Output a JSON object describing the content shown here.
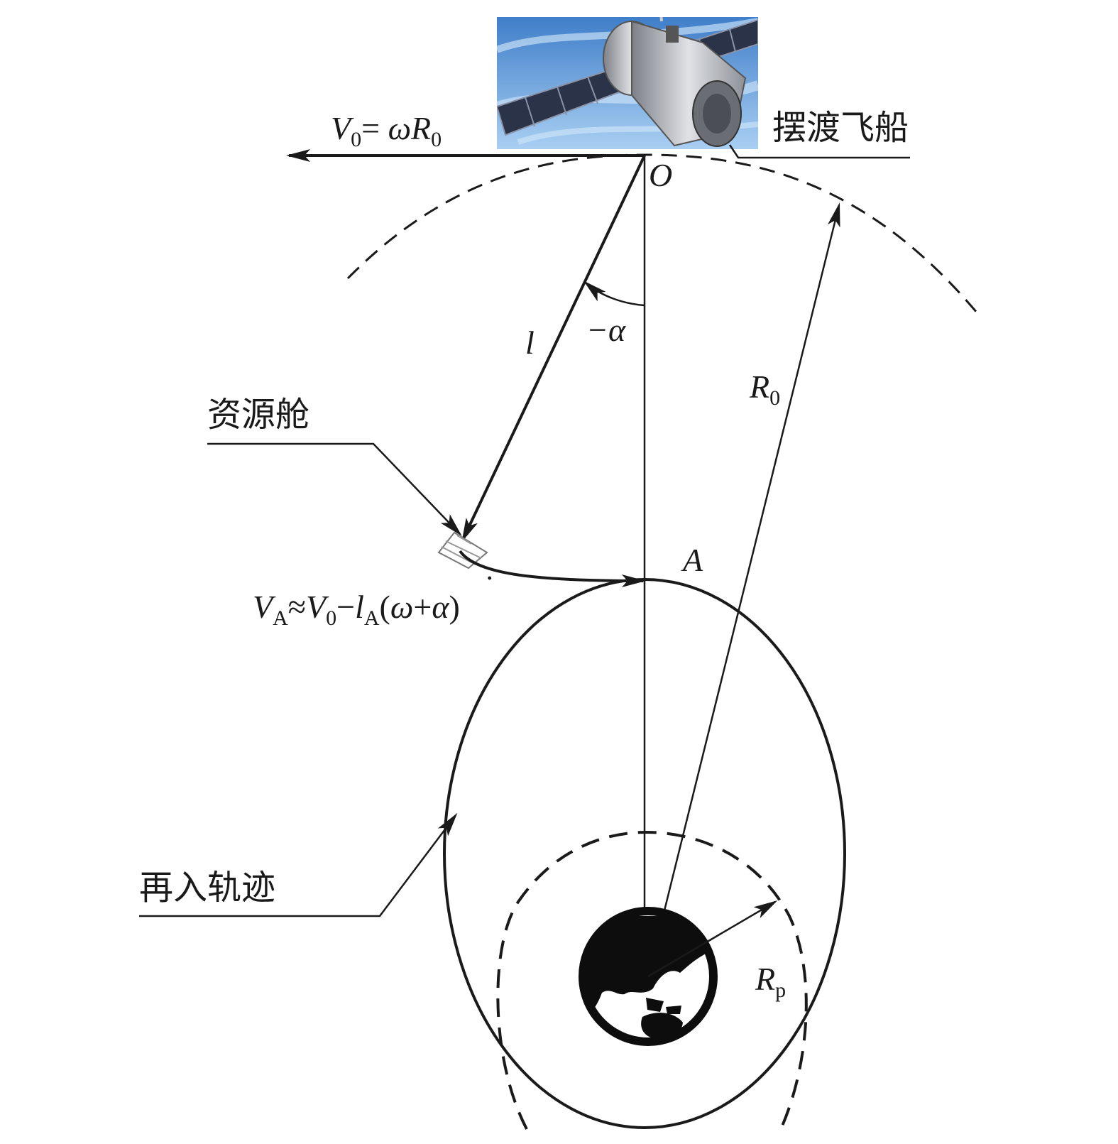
{
  "labels": {
    "ferry": "摆渡飞船",
    "capsule": "资源舱",
    "reentry": "再入轨迹"
  },
  "symbols": {
    "v0_eq": {
      "V": "V",
      "sub0": "0",
      "eq": "= ",
      "omega": "ω",
      "R": "R",
      "subR": "0"
    },
    "origin": "O",
    "point_a": "A",
    "tether": "l",
    "angle": "−α",
    "r0": {
      "R": "R",
      "sub": "0"
    },
    "rp": {
      "R": "R",
      "sub": "p"
    },
    "va": {
      "V": "V",
      "subA": "A",
      "approx": "≈",
      "V0": "V",
      "sub0": "0",
      "minus": "−",
      "l": "l",
      "subA2": "A",
      "lpar": "(",
      "omega": "ω",
      "plus": "+",
      "alpha": "α",
      "dot": "˙",
      "rpar": ")"
    }
  },
  "colors": {
    "line": "#1a1a1a",
    "sky_top": "#3f7ec9",
    "sky_bottom": "#9cc6ee",
    "panel_dark": "#2b3348",
    "hull": "#b9bcc2",
    "earth": "#0d0d0d"
  },
  "icons": [
    "satellite-icon",
    "capsule-icon",
    "earth-icon"
  ]
}
